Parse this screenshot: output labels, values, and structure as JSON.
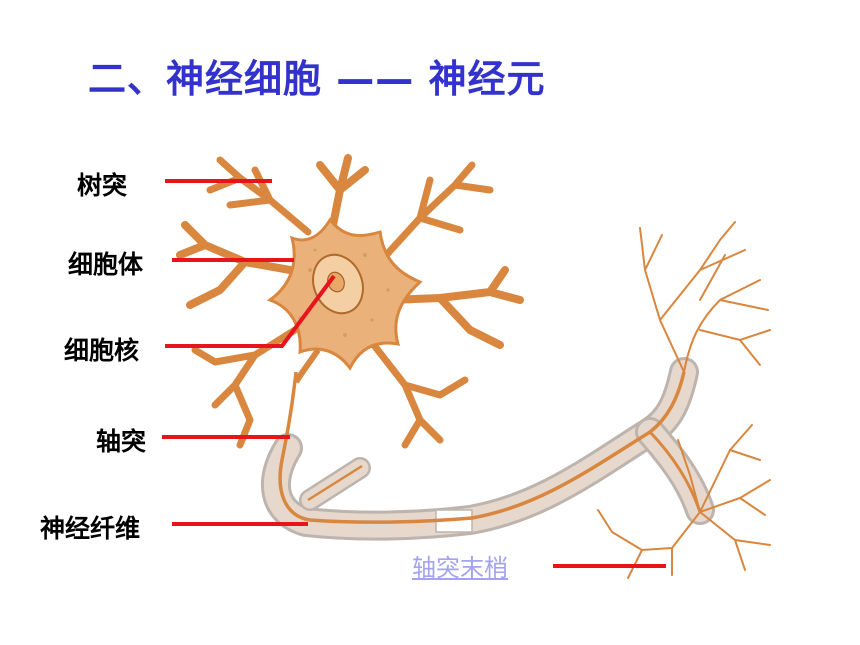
{
  "title": "二、神经细胞 —— 神经元",
  "labels": {
    "dendrite": "树突",
    "cell_body": "细胞体",
    "nucleus": "细胞核",
    "axon": "轴突",
    "nerve_fiber": "神经纤维",
    "axon_terminal": "轴突末梢"
  },
  "colors": {
    "title": "#3333cc",
    "pointer": "#e8141b",
    "neuron": "#d9863e",
    "soma_fill": "#eab27a",
    "myelin": "#e6d8cc",
    "terminal_link": "#a3a3f2"
  }
}
